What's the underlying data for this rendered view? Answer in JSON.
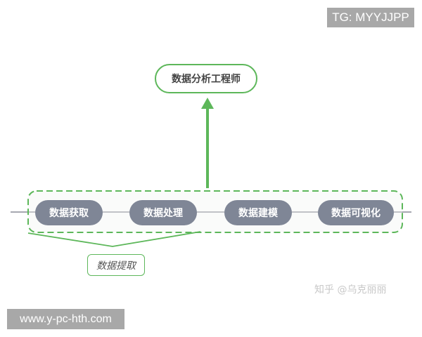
{
  "watermarks": {
    "top_right": "TG: MYYJJPP",
    "bottom_left": "www.y-pc-hth.com",
    "zhihu": "知乎 @乌克丽丽"
  },
  "diagram": {
    "goal": "数据分析工程师",
    "pipeline": [
      {
        "label": "数据获取"
      },
      {
        "label": "数据处理"
      },
      {
        "label": "数据建模"
      },
      {
        "label": "数据可视化"
      }
    ],
    "group_label": "数据提取"
  },
  "colors": {
    "green": "#5db75a",
    "node_fill": "#7f8696",
    "line_gray": "#888c96"
  }
}
